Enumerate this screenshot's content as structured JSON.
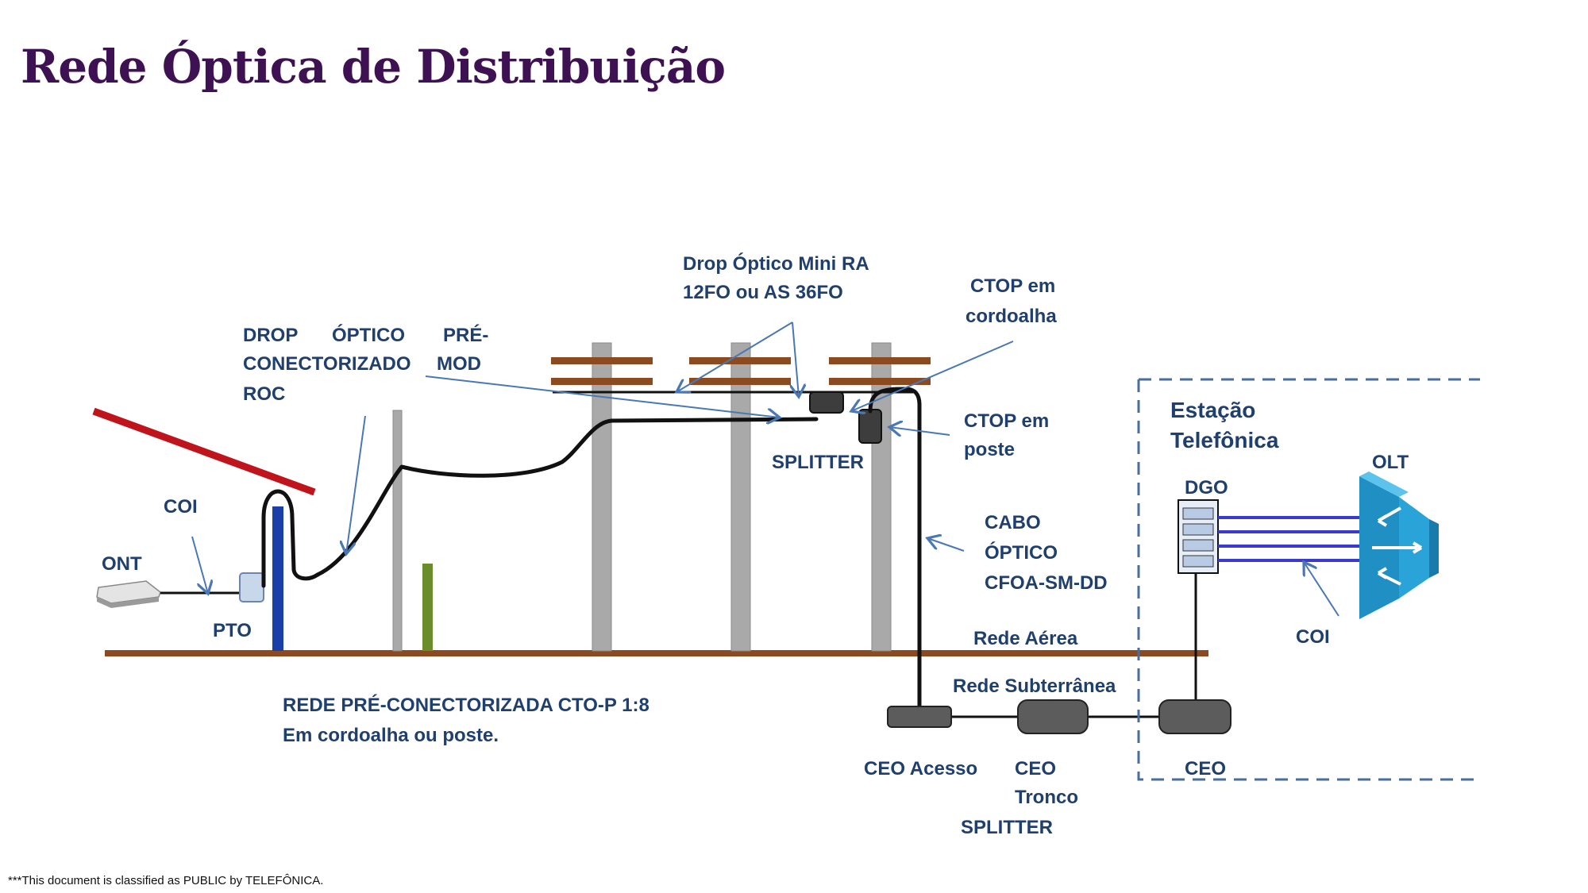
{
  "title": "Rede Óptica de Distribuição",
  "labels": {
    "drop_mini_ra": [
      "Drop Óptico  Mini  RA",
      "12FO ou AS 36FO"
    ],
    "ctop_cordoalha": [
      "CTOP em",
      "cordoalha"
    ],
    "drop_roc": [
      "DROP",
      "ÓPTICO",
      "PRÉ-",
      "CONECTORIZADO",
      "MOD",
      "ROC"
    ],
    "ctop_poste": [
      "CTOP em",
      "poste"
    ],
    "splitter_top": "SPLITTER",
    "estacao": [
      "Estação",
      "Telefônica"
    ],
    "olt": "OLT",
    "dgo": "DGO",
    "coi_left": "COI",
    "ont": "ONT",
    "pto": "PTO",
    "cabo": [
      "CABO",
      "ÓPTICO",
      "CFOA-SM-DD"
    ],
    "coi_right": "COI",
    "rede_aerea": "Rede Aérea",
    "rede_subterranea": "Rede  Subterrânea",
    "rede_pre": [
      "REDE PRÉ-CONECTORIZADA  CTO-P 1:8",
      "Em cordoalha  ou  poste."
    ],
    "ceo_acesso": "CEO  Acesso",
    "ceo_tronco": [
      "CEO",
      "Tronco"
    ],
    "ceo": "CEO",
    "splitter_bottom": "SPLITTER"
  },
  "footer": "***This document is classified as PUBLIC by TELEFÔNICA.",
  "colors": {
    "title": "#3d1152",
    "label": "#1f3f6e",
    "ground": "#8b4a1f",
    "roof": "#c0141c",
    "pto_post": "#1a3fa8",
    "fiber": "#3a3acc",
    "olt": "#2aa3d8",
    "boundary": "#4a6e9c"
  }
}
